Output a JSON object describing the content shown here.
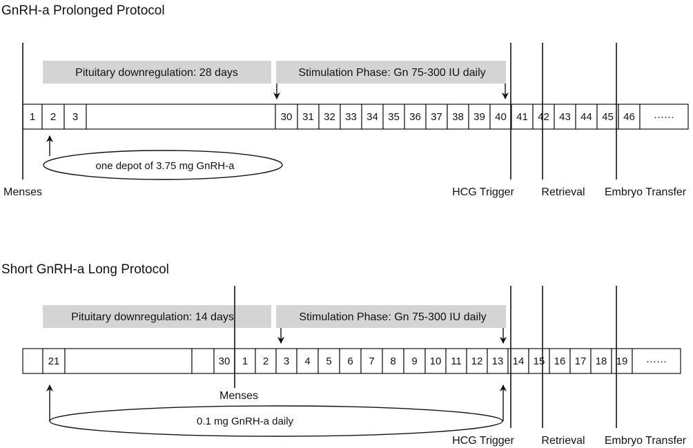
{
  "protocols": [
    {
      "title": "GnRH-a Prolonged Protocol",
      "phases": [
        {
          "label": "Pituitary downregulation: 28 days"
        },
        {
          "label": "Stimulation Phase: Gn 75-300 IU daily"
        }
      ],
      "cells": [
        "1",
        "2",
        "3",
        "",
        "30",
        "31",
        "32",
        "33",
        "34",
        "35",
        "36",
        "37",
        "38",
        "39",
        "40",
        "41",
        "42",
        "43",
        "44",
        "45",
        "46",
        "······"
      ],
      "ellipse_label": "one depot of 3.75 mg GnRH-a",
      "markers": [
        {
          "label": "Menses"
        },
        {
          "label": "HCG Trigger"
        },
        {
          "label": "Retrieval"
        },
        {
          "label": "Embryo Transfer"
        }
      ]
    },
    {
      "title": "Short GnRH-a Long Protocol",
      "phases": [
        {
          "label": "Pituitary downregulation: 14 days"
        },
        {
          "label": "Stimulation Phase: Gn 75-300 IU daily"
        }
      ],
      "cells": [
        "",
        "21",
        "",
        "",
        "30",
        "1",
        "2",
        "3",
        "4",
        "5",
        "6",
        "7",
        "8",
        "9",
        "10",
        "11",
        "12",
        "13",
        "14",
        "15",
        "16",
        "17",
        "18",
        "19",
        "······"
      ],
      "ellipse_label": "0.1 mg GnRH-a daily",
      "markers": [
        {
          "label": "Menses"
        },
        {
          "label": "HCG Trigger"
        },
        {
          "label": "Retrieval"
        },
        {
          "label": "Embryo Transfer"
        }
      ]
    }
  ]
}
